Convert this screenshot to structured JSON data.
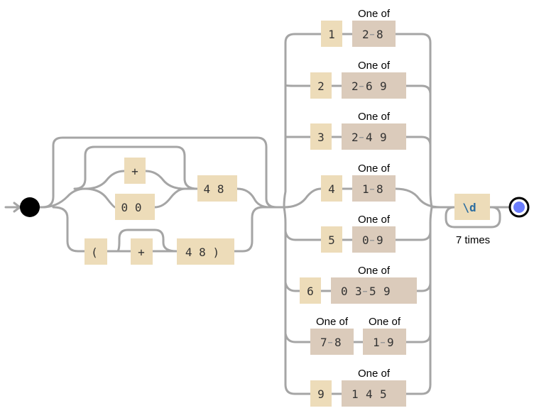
{
  "annotations": {
    "one_of": "One of",
    "repeat": "7 times"
  },
  "prefix": {
    "plus": "+",
    "zero_zero": "0 0",
    "country": "4 8",
    "paren_open": "(",
    "paren_plus": "+",
    "paren_country": "4 8 )"
  },
  "branches": [
    {
      "literal": "1",
      "class": [
        "2",
        "8"
      ]
    },
    {
      "literal": "2",
      "class": [
        "2",
        "6",
        "9"
      ]
    },
    {
      "literal": "3",
      "class": [
        "2",
        "4",
        "9"
      ]
    },
    {
      "literal": "4",
      "class": [
        "1",
        "8"
      ]
    },
    {
      "literal": "5",
      "class": [
        "0",
        "9"
      ]
    },
    {
      "literal": "6",
      "class": [
        "0",
        "3",
        "5",
        "9"
      ]
    },
    {
      "class_a": [
        "7",
        "8"
      ],
      "class_b": [
        "1",
        "9"
      ]
    },
    {
      "literal": "9",
      "class": [
        "1",
        "4",
        "5"
      ]
    }
  ],
  "tail": {
    "digit": "\\d"
  },
  "colors": {
    "literal": "#eddcb9",
    "charset": "#dbcbbb",
    "wire": "#a5a5a5",
    "start": "#000000",
    "end": "#6b7dfc"
  }
}
